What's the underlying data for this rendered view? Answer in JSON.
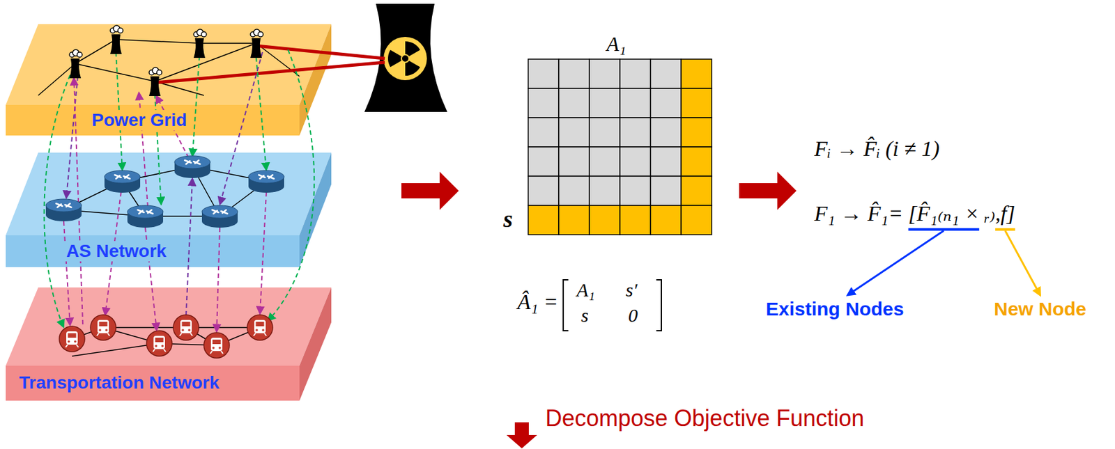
{
  "diagram": {
    "nodes": [
      {
        "text": [
          "Power Grid"
        ]
      },
      {
        "text": [
          "AS Network"
        ]
      },
      {
        "text": [
          "Transportation Network"
        ]
      }
    ],
    "labels": [
      "A₁",
      "s",
      "Â₁ =",
      "A₁",
      "s′",
      "s",
      "0",
      "Fᵢ → F̂ᵢ (i ≠ 1)",
      "F₁ → F̂₁= [F̂₁₍ₙ₁ × ᵣ₎,f]",
      "Existing Nodes",
      "New Node",
      "Decompose Objective Function"
    ]
  }
}
